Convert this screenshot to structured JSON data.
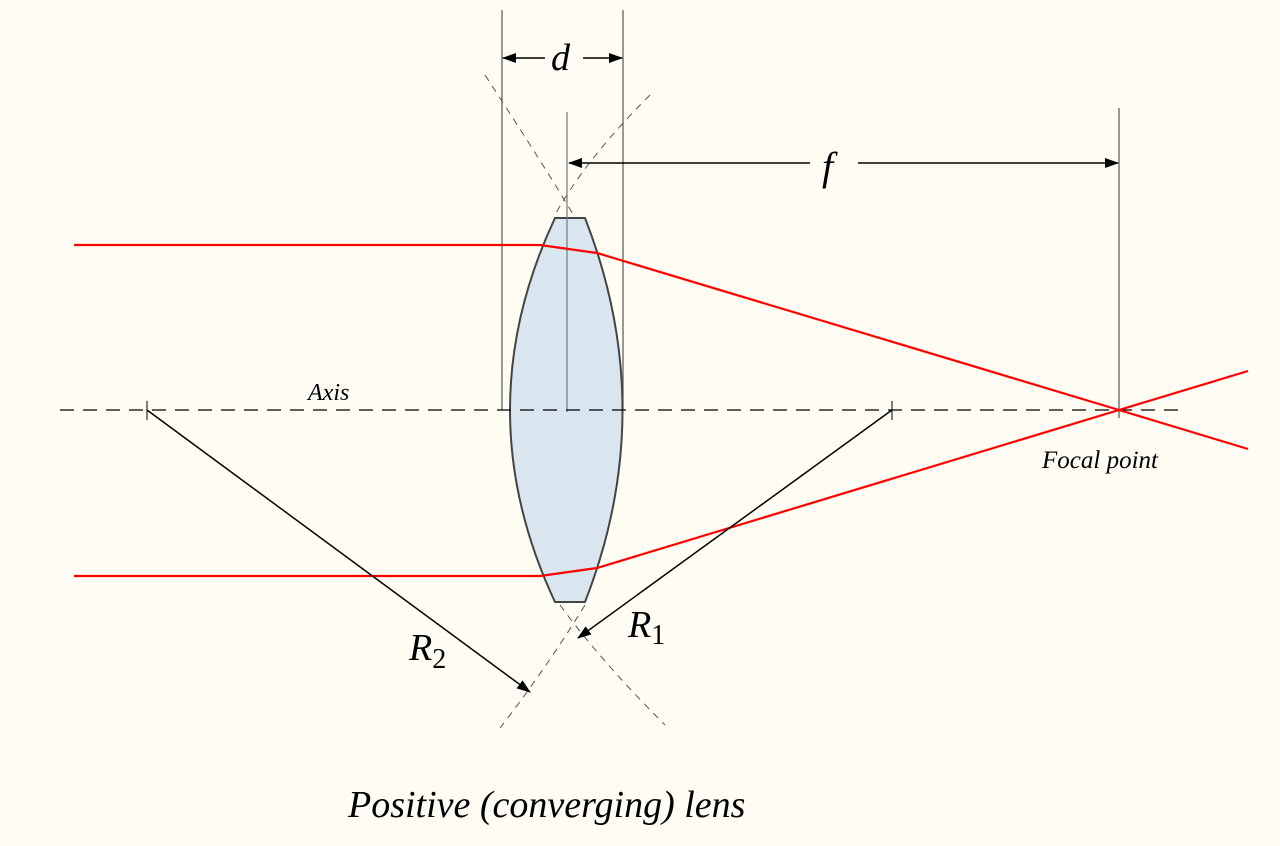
{
  "diagram": {
    "title": "Positive (converging) lens",
    "labels": {
      "thickness": "d",
      "focal_length": "f",
      "axis": "Axis",
      "focal_point": "Focal point",
      "radius1_main": "R",
      "radius1_sub": "1",
      "radius2_main": "R",
      "radius2_sub": "2"
    },
    "colors": {
      "background": "#fffcf3",
      "lens_fill": "#d9e6f0",
      "lens_stroke": "#444444",
      "ray": "#ff0000",
      "guide": "#555555"
    }
  }
}
